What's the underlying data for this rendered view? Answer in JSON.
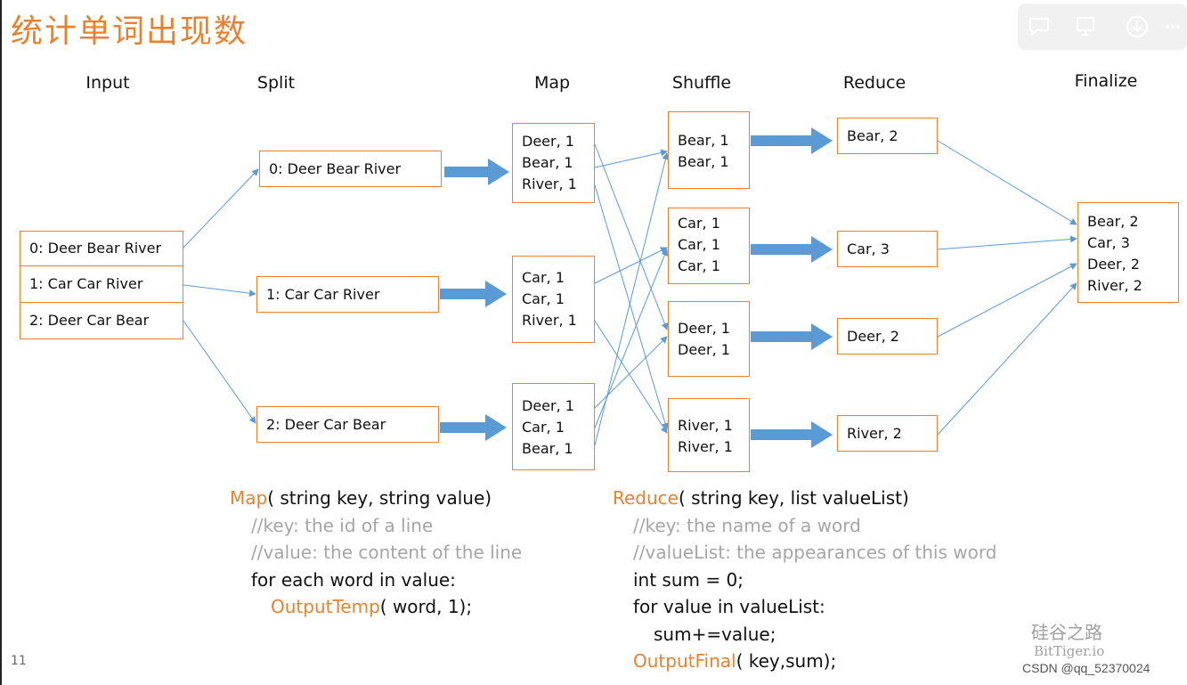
{
  "title": "统计单词出现数",
  "stages": {
    "input": "Input",
    "split": "Split",
    "map": "Map",
    "shuffle": "Shuffle",
    "reduce": "Reduce",
    "finalize": "Finalize"
  },
  "input_rows": [
    "0: Deer Bear River",
    "1: Car Car River",
    "2: Deer Car Bear"
  ],
  "split_boxes": [
    "0: Deer Bear River",
    "1: Car Car River",
    "2: Deer Car Bear"
  ],
  "map_boxes": [
    [
      "Deer, 1",
      "Bear, 1",
      "River, 1"
    ],
    [
      "Car, 1",
      "Car, 1",
      "River, 1"
    ],
    [
      "Deer, 1",
      "Car, 1",
      "Bear, 1"
    ]
  ],
  "shuffle_boxes": [
    [
      "Bear, 1",
      "Bear, 1"
    ],
    [
      "Car, 1",
      "Car, 1",
      "Car, 1"
    ],
    [
      "Deer, 1",
      "Deer, 1"
    ],
    [
      "River, 1",
      "River, 1"
    ]
  ],
  "reduce_boxes": [
    "Bear, 2",
    "Car, 3",
    "Deer, 2",
    "River, 2"
  ],
  "finalize_box": [
    "Bear, 2",
    "Car, 3",
    "Deer, 2",
    "River, 2"
  ],
  "map_code": {
    "name": "Map",
    "signature": "( string key, string value)",
    "comment1": "//key: the id of a line",
    "comment2": "//value: the content of the line",
    "loop": "for each word in value:",
    "output_name": "OutputTemp",
    "output_args": "( word, 1);"
  },
  "reduce_code": {
    "name": "Reduce",
    "signature": "( string key, list valueList)",
    "comment1": "//key: the name of a word",
    "comment2": "//valueList: the appearances of this word",
    "init": "int sum = 0;",
    "loop": "for value in valueList:",
    "body": "sum+=value;",
    "output_name": "OutputFinal",
    "output_args": "( key,sum);"
  },
  "page_number": "11",
  "watermark": {
    "line1": "硅谷之路",
    "line2": "BitTiger.io",
    "line3": "CSDN @qq_52370024"
  },
  "toolbar_icons": [
    "comment-icon",
    "screen-icon",
    "download-icon",
    "more-icon"
  ],
  "colors": {
    "accent_orange": "#e8822e",
    "arrow_blue": "#5b9bd5",
    "comment_gray": "#a6a6a6"
  }
}
